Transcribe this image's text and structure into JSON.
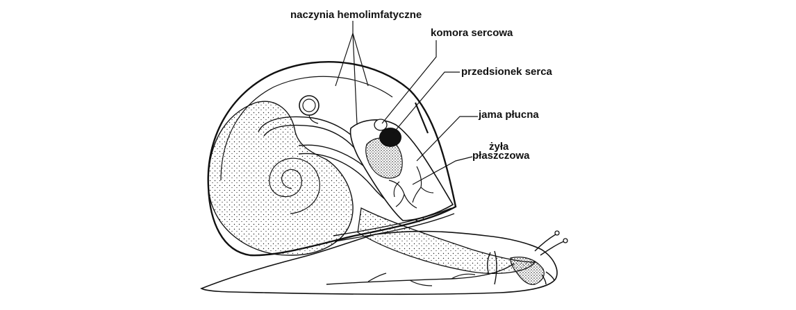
{
  "diagram": {
    "labels": {
      "hemolymph_vessels": "naczynia hemolimfatyczne",
      "heart_ventricle": "komora sercowa",
      "heart_atrium": "przedsionek serca",
      "lung_cavity": "jama płucna",
      "mantle_vein_line1": "żyła",
      "mantle_vein_line2": "płaszczowa"
    },
    "colors": {
      "ink": "#111111",
      "background": "#ffffff"
    }
  }
}
